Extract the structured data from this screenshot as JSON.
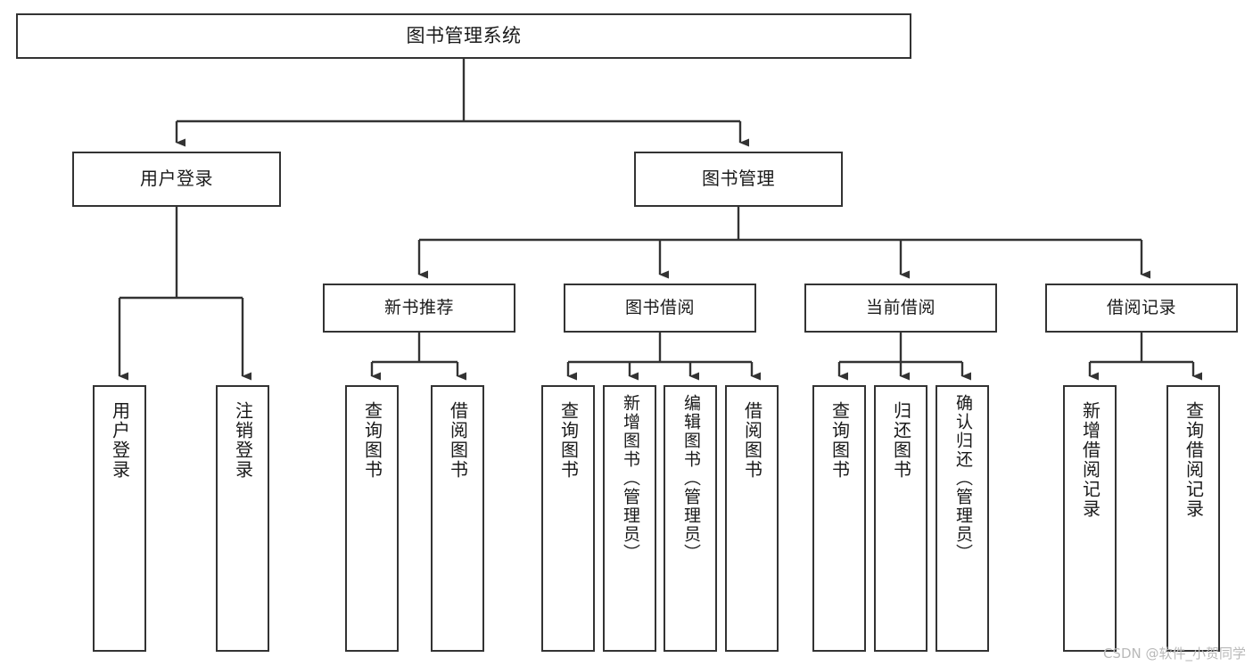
{
  "diagram": {
    "type": "tree-hierarchy",
    "title": "图书管理系统",
    "orientation": "top-down",
    "colors": {
      "box_border": "#333333",
      "box_fill": "#ffffff",
      "edge": "#333333",
      "text": "#1a1a1a",
      "watermark": "#b9b9b9",
      "background": "#ffffff"
    },
    "root": {
      "label": "图书管理系统"
    },
    "level2": [
      {
        "label": "用户登录"
      },
      {
        "label": "图书管理"
      }
    ],
    "level3": [
      {
        "label": "新书推荐"
      },
      {
        "label": "图书借阅"
      },
      {
        "label": "当前借阅"
      },
      {
        "label": "借阅记录"
      }
    ],
    "leaves": {
      "user_login": [
        {
          "label": "用户登录"
        },
        {
          "label": "注销登录"
        }
      ],
      "new_book_rec": [
        {
          "label": "查询图书"
        },
        {
          "label": "借阅图书"
        }
      ],
      "book_borrow": [
        {
          "label": "查询图书"
        },
        {
          "label": "新增图书（管理员）"
        },
        {
          "label": "编辑图书（管理员）"
        },
        {
          "label": "借阅图书"
        }
      ],
      "current_borrow": [
        {
          "label": "查询图书"
        },
        {
          "label": "归还图书"
        },
        {
          "label": "确认归还（管理员）"
        }
      ],
      "borrow_record": [
        {
          "label": "新增借阅记录"
        },
        {
          "label": "查询借阅记录"
        }
      ]
    }
  },
  "watermark": {
    "text": "CSDN @软件_小贺同学"
  }
}
